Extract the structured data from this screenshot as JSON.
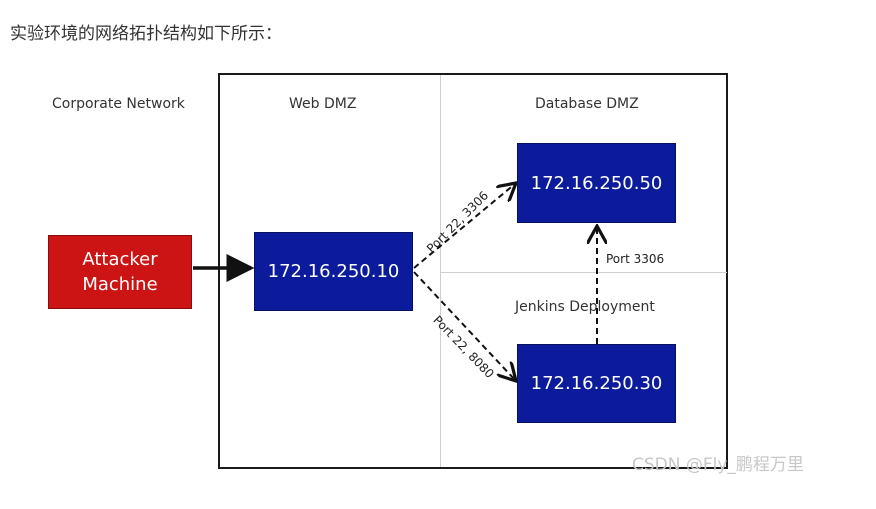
{
  "heading": "实验环境的网络拓扑结构如下所示：",
  "zones": {
    "corporate": "Corporate Network",
    "web_dmz": "Web DMZ",
    "database_dmz": "Database DMZ",
    "jenkins": "Jenkins Deployment"
  },
  "nodes": {
    "attacker_line1": "Attacker",
    "attacker_line2": "Machine",
    "web_server": "172.16.250.10",
    "db_server": "172.16.250.50",
    "jenkins_server": "172.16.250.30"
  },
  "edge_labels": {
    "web_to_db": "Port 22, 3306",
    "web_to_jenkins": "Port 22, 8080",
    "jenkins_to_db": "Port 3306"
  },
  "colors": {
    "server_fill": "#0b1b9b",
    "attacker_fill": "#cc1414"
  },
  "watermark": "CSDN @Fly_鹏程万里"
}
